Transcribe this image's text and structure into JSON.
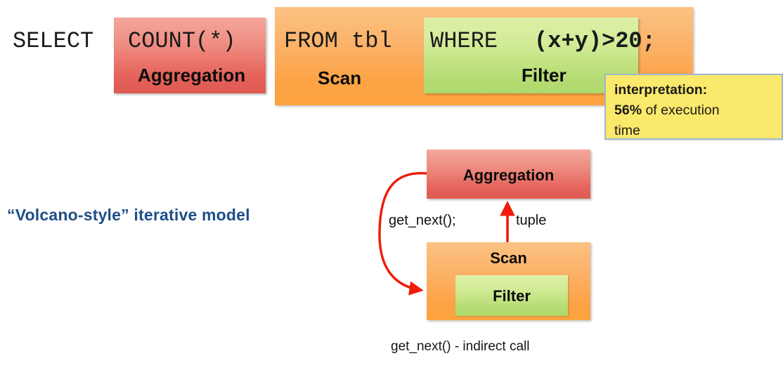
{
  "query": {
    "select_kw": "SELECT",
    "count_expr": "COUNT(*)",
    "from_expr": "FROM tbl",
    "where_kw": "WHERE",
    "predicate": "(x+y)>20;",
    "labels": {
      "aggregation": "Aggregation",
      "scan": "Scan",
      "filter": "Filter"
    },
    "colors": {
      "aggregation": "#e4625a",
      "scan": "#fca346",
      "filter": "#b5db72"
    }
  },
  "callout": {
    "line1_bold": "interpretation:",
    "line2_bold": "56%",
    "line2_rest": " of execution",
    "line3": "time",
    "background": "#fbe96b",
    "border": "#9fb6cd"
  },
  "volcano": {
    "caption": "“Volcano-style” iterative model",
    "color": "#1f4e87"
  },
  "diagram": {
    "aggregation_label": "Aggregation",
    "scan_label": "Scan",
    "filter_label": "Filter",
    "edge_call_label": "get_next();",
    "edge_data_label": "tuple",
    "arrow_color": "#f01b08",
    "bottom_caption": "get_next() - indirect call"
  }
}
